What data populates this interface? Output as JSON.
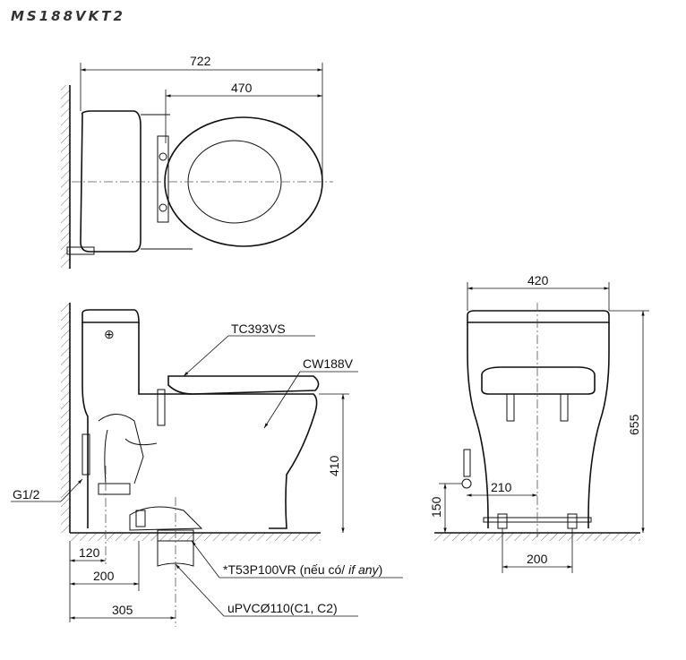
{
  "title": "MS188VKT2",
  "top_view": {
    "dim_overall": "722",
    "dim_seat": "470"
  },
  "side_view": {
    "seat_label": "TC393VS",
    "bowl_label": "CW188V",
    "height_dim": "410",
    "inlet_label": "G1/2",
    "dim_120": "120",
    "dim_200": "200",
    "dim_305": "305",
    "adapter_label_main": "*T53P100VR (nếu có/ ",
    "adapter_label_italic": "if any",
    "adapter_label_end": ")",
    "pipe_label": "uPVCØ110(C1, C2)"
  },
  "front_view": {
    "width_dim": "420",
    "height_dim": "655",
    "inlet_offset_dim": "210",
    "inlet_height_dim": "150",
    "bolt_spacing_dim": "200"
  }
}
